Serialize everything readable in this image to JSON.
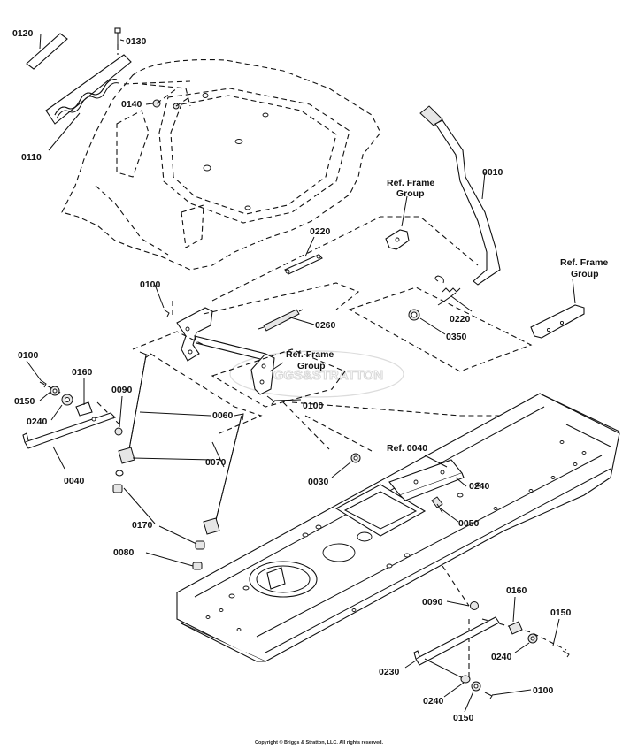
{
  "watermark": "BRIGGS&STRATTON",
  "copyright": "Copyright © Briggs & Stratton, LLC. All rights reserved.",
  "labels": {
    "p0120": "0120",
    "p0130": "0130",
    "p0140": "0140",
    "p0110": "0110",
    "p0010": "0010",
    "p0220a": "0220",
    "p0220b": "0220",
    "p0100a": "0100",
    "p0260": "0260",
    "p0350": "0350",
    "p0100b": "0100",
    "p0160a": "0160",
    "p0090a": "0090",
    "p0150a": "0150",
    "p0240a": "0240",
    "p0060": "0060",
    "p0100c": "0100",
    "p0040": "0040",
    "p0070": "0070",
    "p0170": "0170",
    "p0080": "0080",
    "p0030": "0030",
    "p0240b": "0240",
    "p0050": "0050",
    "p0090b": "0090",
    "p0160b": "0160",
    "p0150b": "0150",
    "p0240c": "0240",
    "p0230": "0230",
    "p0240d": "0240",
    "p0150c": "0150",
    "p0100d": "0100"
  },
  "refs": {
    "frame_group_1": [
      "Ref. Frame",
      "Group"
    ],
    "frame_group_2": [
      "Ref. Frame",
      "Group"
    ],
    "frame_group_3": [
      "Ref. Frame",
      "Group"
    ],
    "ref_0040": "Ref. 0040"
  }
}
